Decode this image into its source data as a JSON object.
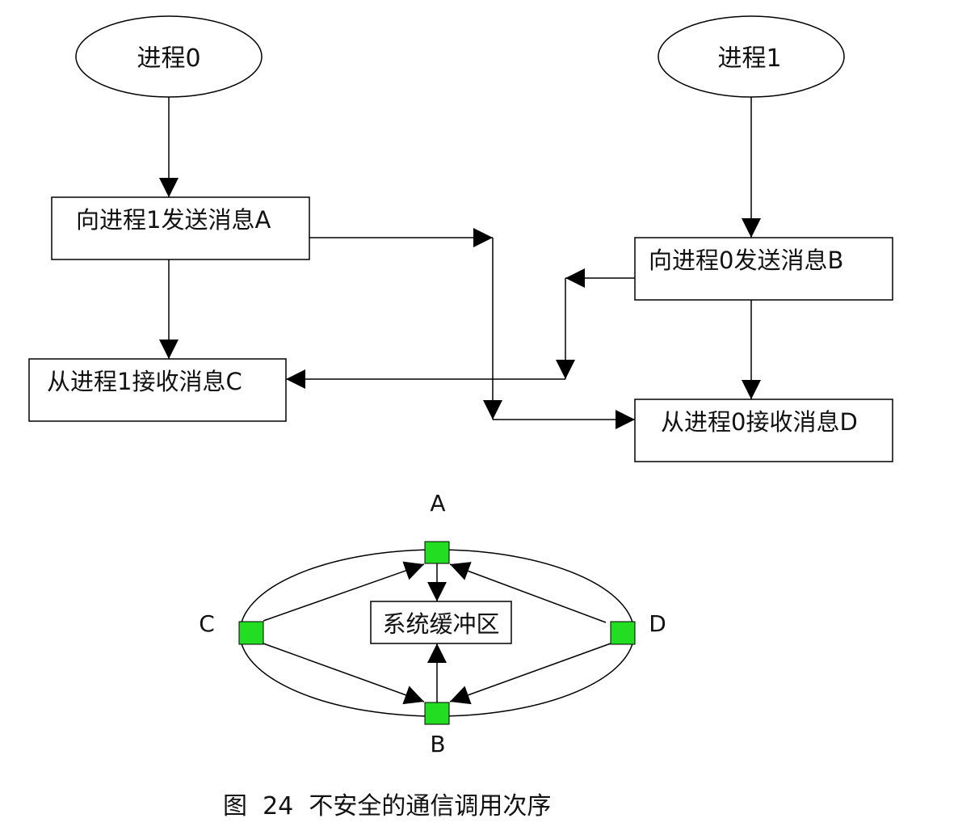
{
  "flowchart": {
    "process0": "进程0",
    "process1": "进程1",
    "send_a": "向进程1发送消息A",
    "recv_c": "从进程1接收消息C",
    "send_b": "向进程0发送消息B",
    "recv_d": "从进程0接收消息D"
  },
  "buffer_diagram": {
    "center": "系统缓冲区",
    "node_a": "A",
    "node_b": "B",
    "node_c": "C",
    "node_d": "D",
    "node_color": "#22dd22"
  },
  "caption": {
    "prefix": "图",
    "number": "24",
    "text": "不安全的通信调用次序"
  }
}
